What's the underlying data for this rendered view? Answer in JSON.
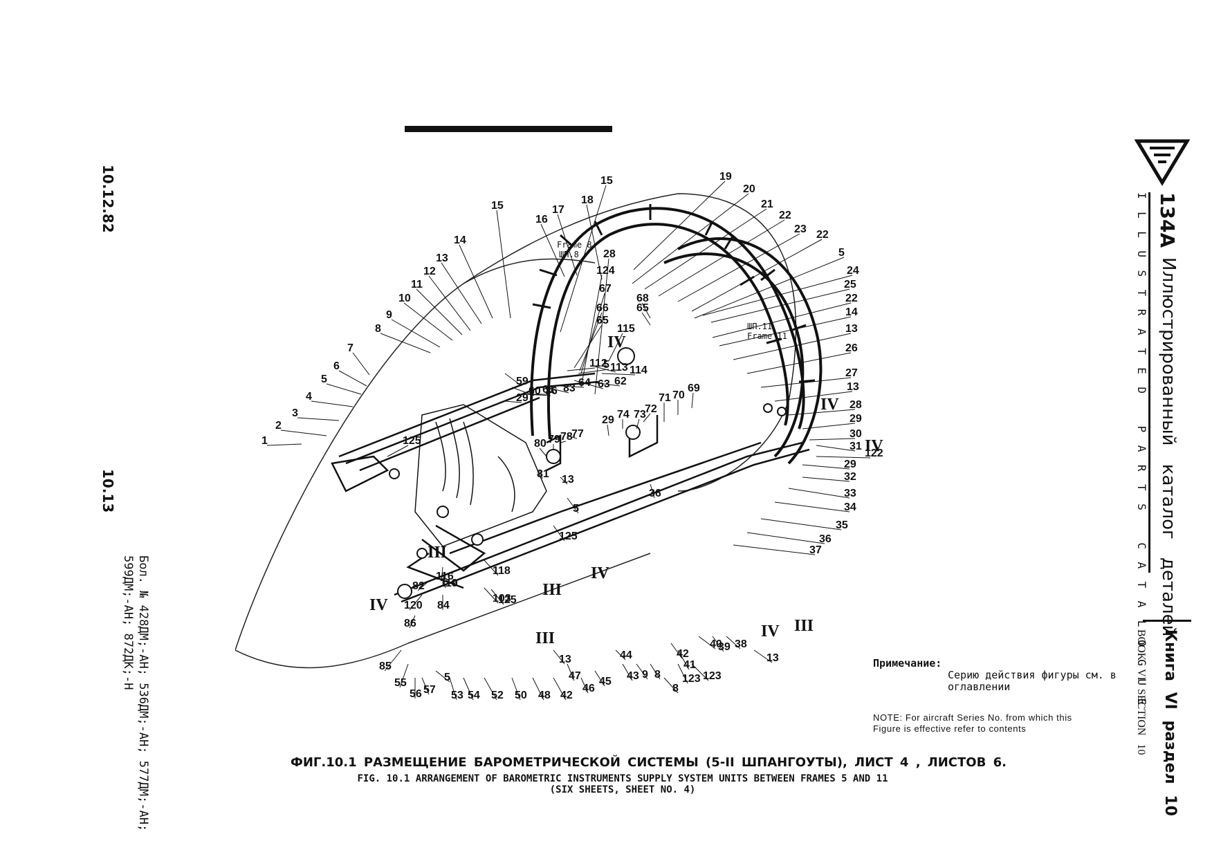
{
  "left_margin": {
    "date": "10.12.82",
    "page": "10.13",
    "series_line1": "Бол. № 428ДМ;-АН; 536ДМ;-АН; 577ДМ;-АН;",
    "series_line2": "599ДМ;-АН; 872ДК;-Н"
  },
  "header": {
    "model": "134А",
    "title_ru": "Иллюстрированный каталог деталей",
    "title_en": "ILLUSTRATED PARTS CATALOGUE",
    "book_ru": "Книга VI раздел 10",
    "book_en": "BOOK VI SECTION 10"
  },
  "diagram": {
    "frame_labels": [
      "Frame 8",
      "ШП.8",
      "ШП.11",
      "Frame 11"
    ],
    "callouts": [
      "1",
      "2",
      "3",
      "4",
      "5",
      "6",
      "7",
      "8",
      "9",
      "10",
      "11",
      "12",
      "13",
      "14",
      "15",
      "15",
      "16",
      "17",
      "18",
      "19",
      "20",
      "21",
      "22",
      "23",
      "22",
      "5",
      "24",
      "25",
      "22",
      "14",
      "13",
      "26",
      "27",
      "13",
      "28",
      "29",
      "30",
      "31",
      "122",
      "29",
      "32",
      "33",
      "34",
      "35",
      "36",
      "37",
      "28",
      "124",
      "67",
      "66",
      "65",
      "115",
      "113",
      "114",
      "112",
      "5",
      "64",
      "63",
      "62",
      "61",
      "83",
      "60",
      "59",
      "29",
      "36",
      "71",
      "70",
      "69",
      "68",
      "65",
      "73",
      "72",
      "74",
      "29",
      "36",
      "80",
      "79",
      "78",
      "77",
      "81",
      "13",
      "5",
      "125",
      "125",
      "82",
      "116",
      "103",
      "118",
      "120",
      "119",
      "84",
      "86",
      "85",
      "55",
      "56",
      "57",
      "5",
      "53",
      "54",
      "52",
      "50",
      "48",
      "42",
      "13",
      "47",
      "46",
      "45",
      "44",
      "43",
      "9",
      "8",
      "8",
      "42",
      "41",
      "123",
      "123",
      "40",
      "39",
      "38",
      "13",
      "125"
    ],
    "roman": [
      "IV",
      "IV",
      "IV",
      "IV",
      "IV",
      "III",
      "III",
      "III",
      "III",
      "IV"
    ]
  },
  "note": {
    "ru_head": "Примечание:",
    "ru_text": "Серию действия фигуры см. в оглавлении",
    "en_text": "NOTE: For aircraft Series No. from which this Figure is effective refer to contents"
  },
  "figure": {
    "title_ru": "ФИГ.10.1 РАЗМЕЩЕНИЕ БАРОМЕТРИЧЕСКОЙ СИСТЕМЫ (5-II ШПАНГОУТЫ), ЛИСТ 4 , ЛИСТОВ 6.",
    "title_en_line1": "FIG. 10.1 ARRANGEMENT OF BAROMETRIC INSTRUMENTS SUPPLY SYSTEM UNITS BETWEEN FRAMES 5 AND 11",
    "title_en_line2": "(SIX SHEETS, SHEET NO. 4)"
  }
}
